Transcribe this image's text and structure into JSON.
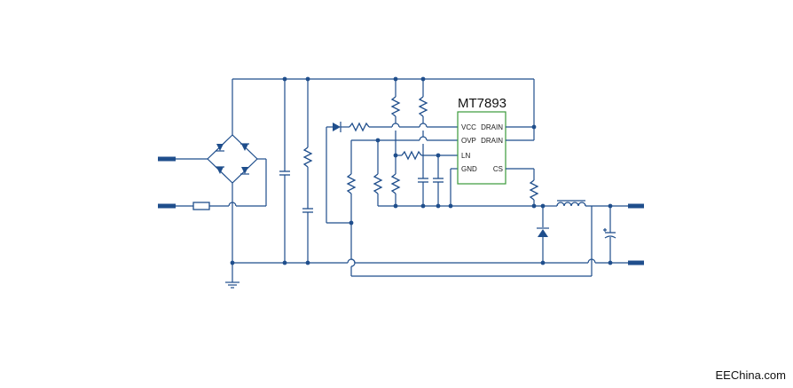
{
  "ic": {
    "name": "MT7893",
    "pins_left": [
      "VCC",
      "OVP",
      "LN",
      "GND"
    ],
    "pins_right": [
      "DRAIN",
      "DRAIN",
      "",
      "CS"
    ]
  },
  "watermark": "EEChina.com",
  "colors": {
    "wire": "#1f4e8c",
    "ic_outline": "#3a9a3a",
    "background": "#ffffff"
  }
}
